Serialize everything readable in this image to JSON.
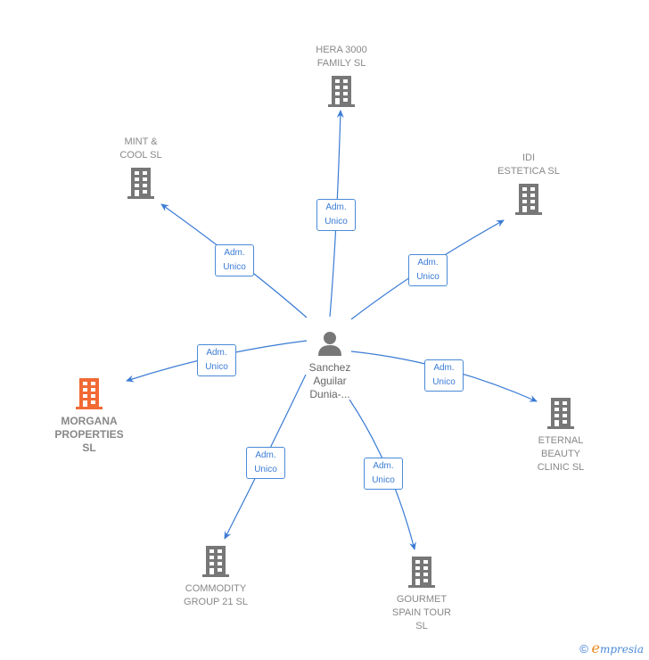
{
  "center": {
    "name": "Sanchez\nAguilar\nDunia-...",
    "icon": "person-icon"
  },
  "relation_label": {
    "line1": "Adm.",
    "line2": "Unico"
  },
  "companies": [
    {
      "id": "hera",
      "name": "HERA 3000\nFAMILY  SL",
      "color": "#777777",
      "highlight": false
    },
    {
      "id": "mint",
      "name": "MINT &\nCOOL  SL",
      "color": "#777777",
      "highlight": false
    },
    {
      "id": "idi",
      "name": "IDI\nESTETICA SL",
      "color": "#777777",
      "highlight": false
    },
    {
      "id": "morgana",
      "name": "MORGANA\nPROPERTIES\nSL",
      "color": "#f26a35",
      "highlight": true
    },
    {
      "id": "eternal",
      "name": "ETERNAL\nBEAUTY\nCLINIC SL",
      "color": "#777777",
      "highlight": false
    },
    {
      "id": "commodity",
      "name": "COMMODITY\nGROUP 21 SL",
      "color": "#777777",
      "highlight": false
    },
    {
      "id": "gourmet",
      "name": "GOURMET\nSPAIN TOUR\nSL",
      "color": "#777777",
      "highlight": false
    }
  ],
  "colors": {
    "edge": "#3a7bd5",
    "building": "#777777",
    "highlight": "#f26a35"
  },
  "footer": {
    "copyright": "©",
    "brand_initial": "e",
    "brand_rest": "mpresia"
  }
}
